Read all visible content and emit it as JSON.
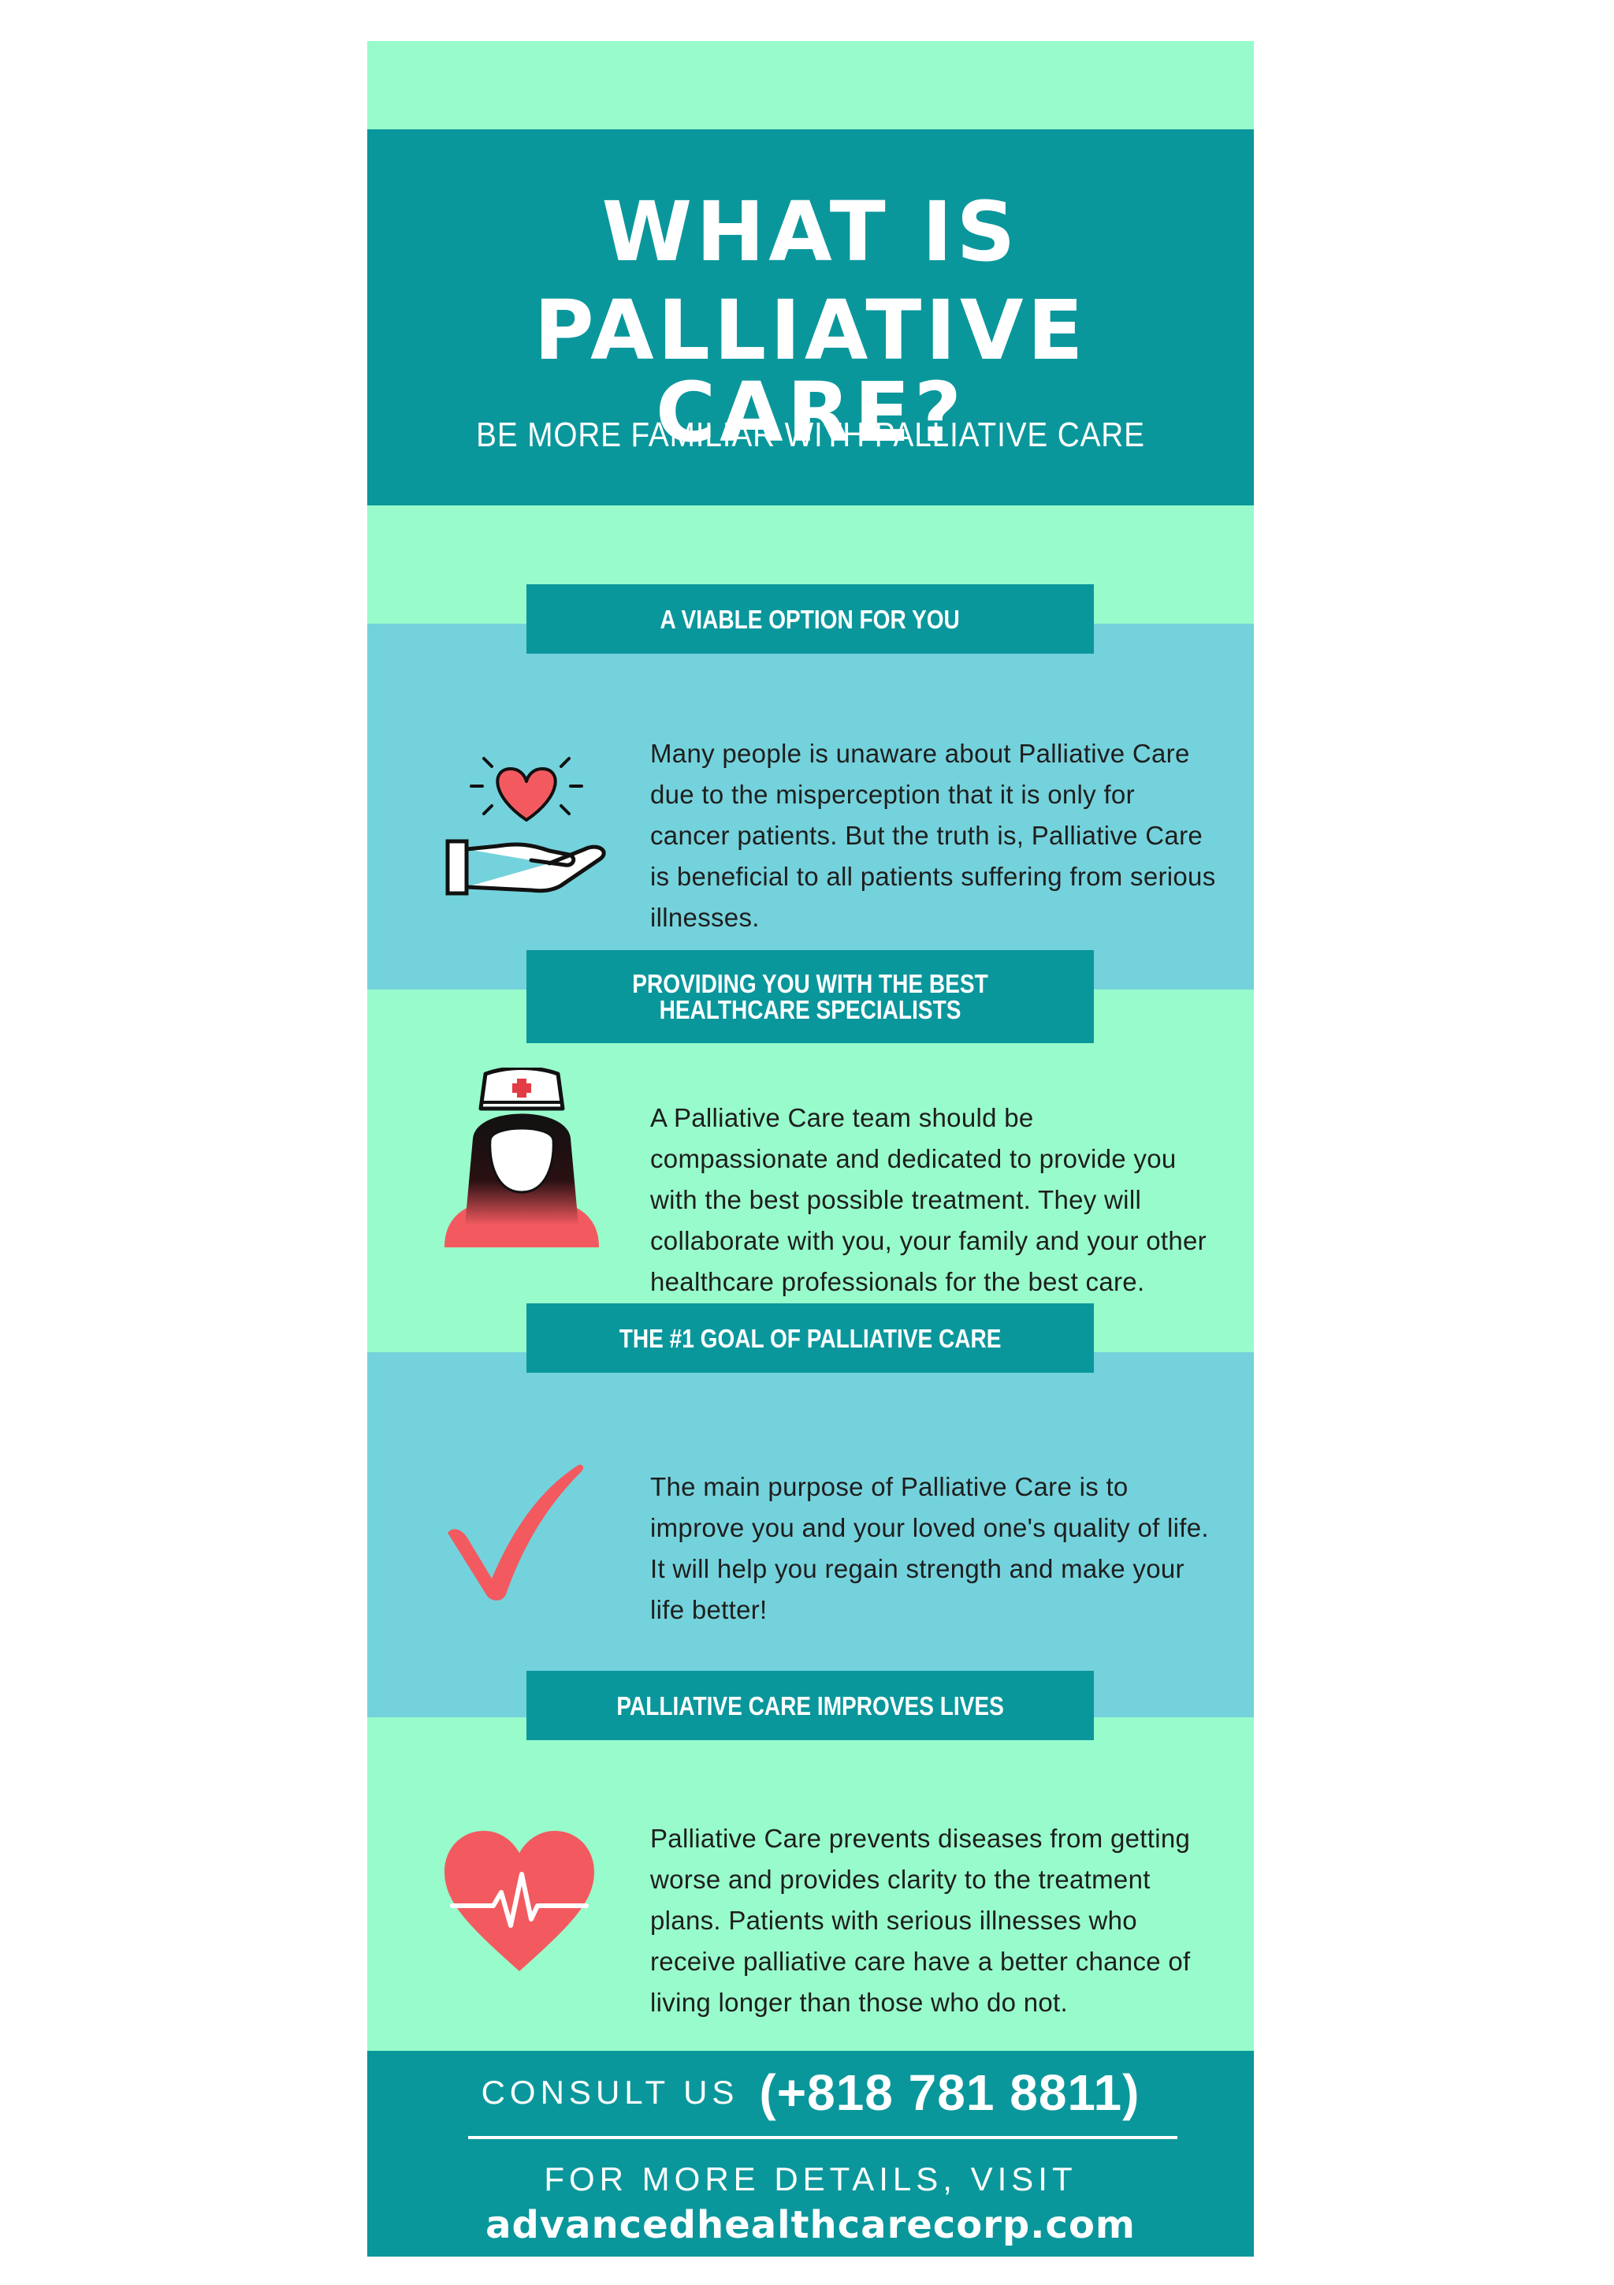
{
  "header": {
    "title_line1": "WHAT IS",
    "title_line2": "PALLIATIVE CARE?",
    "subtitle": "BE MORE FAMILIAR WITH PALLIATIVE CARE"
  },
  "sections": [
    {
      "label": "A VIABLE OPTION FOR YOU",
      "icon": "heart-in-hand-icon",
      "text": "Many people is unaware about Palliative Care due to the misperception that it is only for cancer patients. But the truth is, Palliative Care is beneficial to all patients suffering from serious illnesses."
    },
    {
      "label": "PROVIDING YOU WITH THE BEST HEALTHCARE SPECIALISTS",
      "icon": "nurse-icon",
      "text": "A Palliative Care team should be compassionate and dedicated to provide you with the best possible treatment. They will collaborate with you, your family and your other healthcare professionals for the best care."
    },
    {
      "label": "THE #1 GOAL OF PALLIATIVE CARE",
      "icon": "checkmark-icon",
      "text": "The main purpose of Palliative Care is to improve you and your loved one's quality of life. It will help you regain strength and make your life better!"
    },
    {
      "label": "PALLIATIVE CARE IMPROVES LIVES",
      "icon": "heartbeat-heart-icon",
      "text": "Palliative Care prevents diseases from getting worse and provides clarity to the treatment plans. Patients with serious illnesses who receive palliative care have a better chance of living longer than those who do not."
    }
  ],
  "footer": {
    "consult_label": "CONSULT US",
    "phone": "(+818 781 8811)",
    "more_details": "FOR MORE DETAILS, VISIT",
    "website": "advancedhealthcarecorp.com"
  },
  "colors": {
    "mint": "#98fbcb",
    "teal": "#0a979c",
    "light_blue": "#74d2dc",
    "icon_red": "#f25a5f",
    "white": "#ffffff",
    "text_dark": "#1e1e1e"
  }
}
